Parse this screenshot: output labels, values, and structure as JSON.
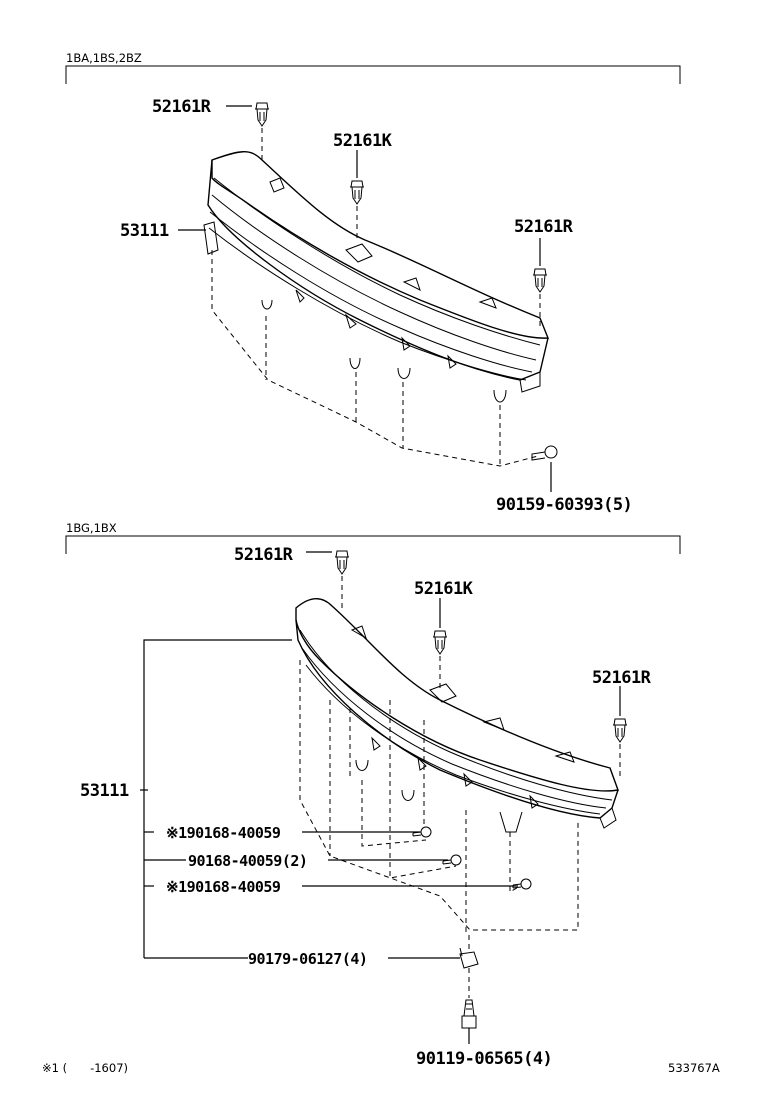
{
  "sections": [
    {
      "variant": "1BA,1BS,2BZ",
      "labels": {
        "clip_left": "52161R",
        "clip_center": "52161K",
        "clip_right": "52161R",
        "grille": "53111",
        "screw": "90159-60393(5)"
      }
    },
    {
      "variant": "1BG,1BX",
      "labels": {
        "clip_left": "52161R",
        "clip_center": "52161K",
        "clip_right": "52161R",
        "grille": "53111",
        "bolt_a": "※190168-40059",
        "bolt_b": "90168-40059(2)",
        "bolt_c": "※190168-40059",
        "nut": "90179-06127(4)",
        "screw": "90119-06565(4)"
      }
    }
  ],
  "footnote": "※1 (　　-1607)",
  "diagram_id": "533767A"
}
